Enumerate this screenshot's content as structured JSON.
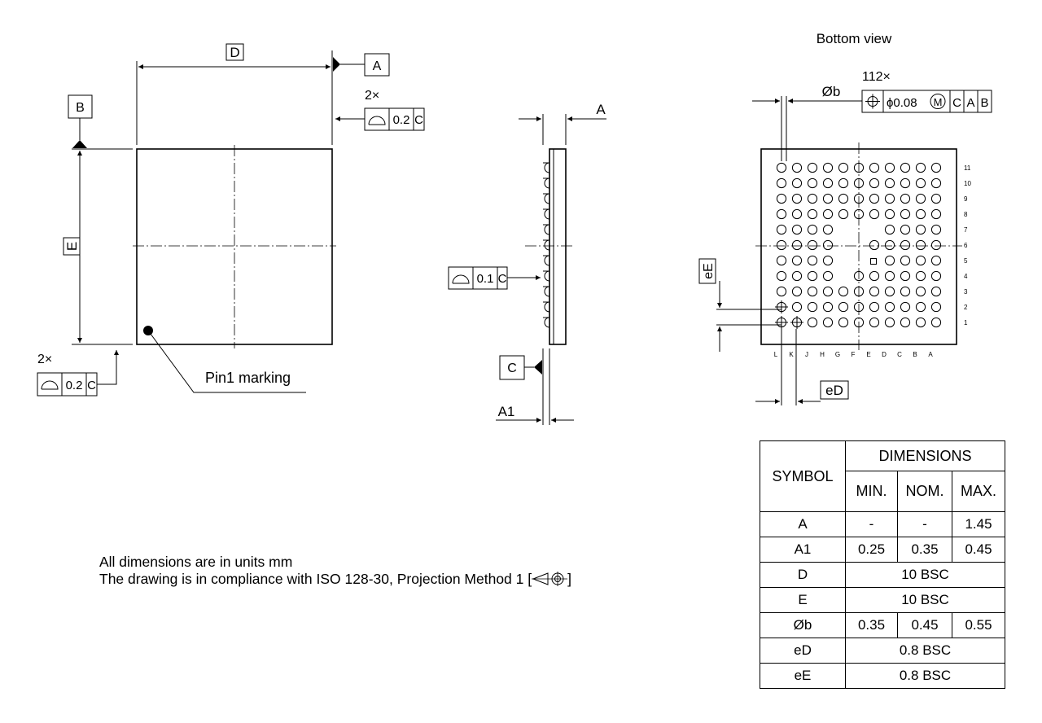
{
  "top_view": {
    "dim_D": "D",
    "dim_E": "E",
    "datum_A": "A",
    "datum_B": "B",
    "count_right": "2×",
    "count_left": "2×",
    "flatness_right": "0.2",
    "flatness_left": "0.2",
    "flatness_ref_right": "C",
    "flatness_ref_left": "C",
    "pin1_label": "Pin1 marking"
  },
  "side_view": {
    "dim_A": "A",
    "dim_A1": "A1",
    "datum_C": "C",
    "flatness_value": "0.1",
    "flatness_ref": "C"
  },
  "bottom_view": {
    "title": "Bottom view",
    "ball_count": "112×",
    "ball_dia": "Øb",
    "pos_tol_value": "ϕ0.08",
    "pos_tol_modifier": "M",
    "pos_tol_refs": [
      "C",
      "A",
      "B"
    ],
    "pitch_x": "eD",
    "pitch_y": "eE",
    "row_labels": [
      "11",
      "10",
      "9",
      "8",
      "7",
      "6",
      "5",
      "4",
      "3",
      "2",
      "1"
    ],
    "col_labels": [
      "L",
      "K",
      "J",
      "H",
      "G",
      "F",
      "E",
      "D",
      "C",
      "B",
      "A"
    ],
    "depopulated": [
      "7-G",
      "7-F",
      "7-E",
      "6-G",
      "6-F",
      "5-G",
      "5-F",
      "5-E",
      "4-G"
    ],
    "pin1_square_position": "5-E"
  },
  "notes": {
    "line1": "All dimensions are in units mm",
    "line2_prefix": "The drawing is in compliance with ISO 128-30, Projection Method 1 [",
    "line2_suffix": "]"
  },
  "table": {
    "symbol_header": "SYMBOL",
    "dimensions_header": "DIMENSIONS",
    "sub_headers": [
      "MIN.",
      "NOM.",
      "MAX."
    ],
    "rows": [
      {
        "symbol": "A",
        "min": "-",
        "nom": "-",
        "max": "1.45"
      },
      {
        "symbol": "A1",
        "min": "0.25",
        "nom": "0.35",
        "max": "0.45"
      },
      {
        "symbol": "D",
        "bsc": "10 BSC"
      },
      {
        "symbol": "E",
        "bsc": "10 BSC"
      },
      {
        "symbol": "Øb",
        "min": "0.35",
        "nom": "0.45",
        "max": "0.55"
      },
      {
        "symbol": "eD",
        "bsc": "0.8 BSC"
      },
      {
        "symbol": "eE",
        "bsc": "0.8 BSC"
      }
    ]
  }
}
